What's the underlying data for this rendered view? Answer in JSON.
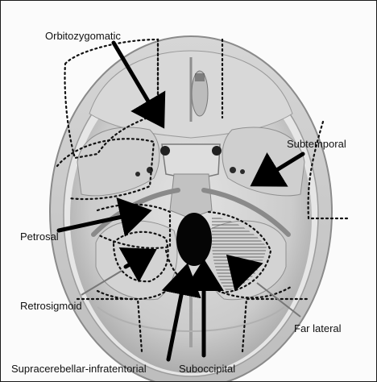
{
  "labels": {
    "orbitozygomatic": "Orbitozygomatic",
    "subtemporal": "Subtemporal",
    "petrosal": "Petrosal",
    "retrosigmoid": "Retrosigmoid",
    "far_lateral": "Far lateral",
    "supracerebellar_infratentorial": "Supracerebellar-infratentorial",
    "suboccipital": "Suboccipital"
  },
  "colors": {
    "bone": "#c4c4c4",
    "bone_dark": "#8a8a8a",
    "fossa": "#dcdcdc",
    "foramen": "#050505",
    "arrow": "#000000",
    "dotted_outline": "#111111"
  }
}
